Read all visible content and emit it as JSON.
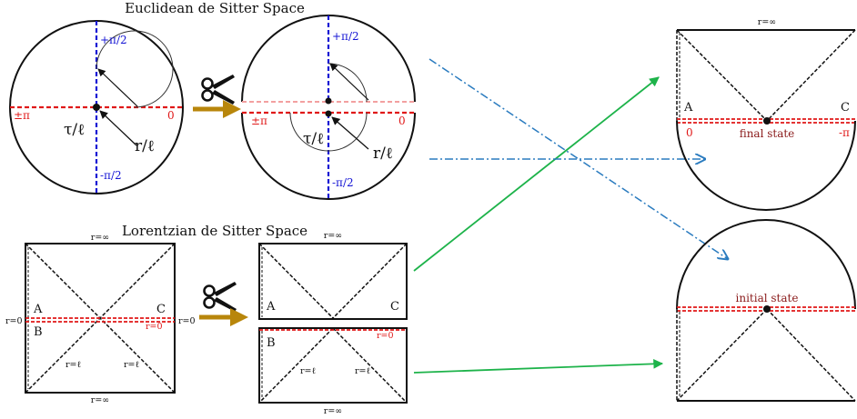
{
  "titles": {
    "euclidean": "Euclidean de Sitter Space",
    "lorentzian": "Lorentzian de Sitter Space"
  },
  "euclid": {
    "left": {
      "top": "+π/2",
      "bottom": "-π/2",
      "left": "±π",
      "right": "0",
      "tau": "τ/ℓ",
      "r": "r/ℓ"
    },
    "right": {
      "top": "+π/2",
      "bottom": "-π/2",
      "left": "±π",
      "right": "0",
      "tau": "τ/ℓ",
      "r": "r/ℓ"
    }
  },
  "lorentz": {
    "left": {
      "top": "r=∞",
      "bottom": "r=∞",
      "left": "r=0",
      "right": "r=0",
      "A": "A",
      "B": "B",
      "C": "C",
      "r0": "r=0",
      "rl1": "r=ℓ",
      "rl2": "r=ℓ"
    },
    "right": {
      "top": "r=∞",
      "bottom": "r=∞",
      "A": "A",
      "B": "B",
      "C": "C",
      "r0": "r=0",
      "rl1": "r=ℓ",
      "rl2": "r=ℓ"
    }
  },
  "result": {
    "top": {
      "rinf": "r=∞",
      "A": "A",
      "C": "C",
      "zero": "0",
      "minus_pi": "-π",
      "state": "final state"
    },
    "bottom": {
      "state": "initial state"
    }
  },
  "colors": {
    "blue_axis": "#1515d4",
    "red_axis": "#e01818",
    "orange_arrow": "#b8860b",
    "green_arrow": "#1db34a",
    "dashdot_arrow": "#2a7bbf"
  }
}
